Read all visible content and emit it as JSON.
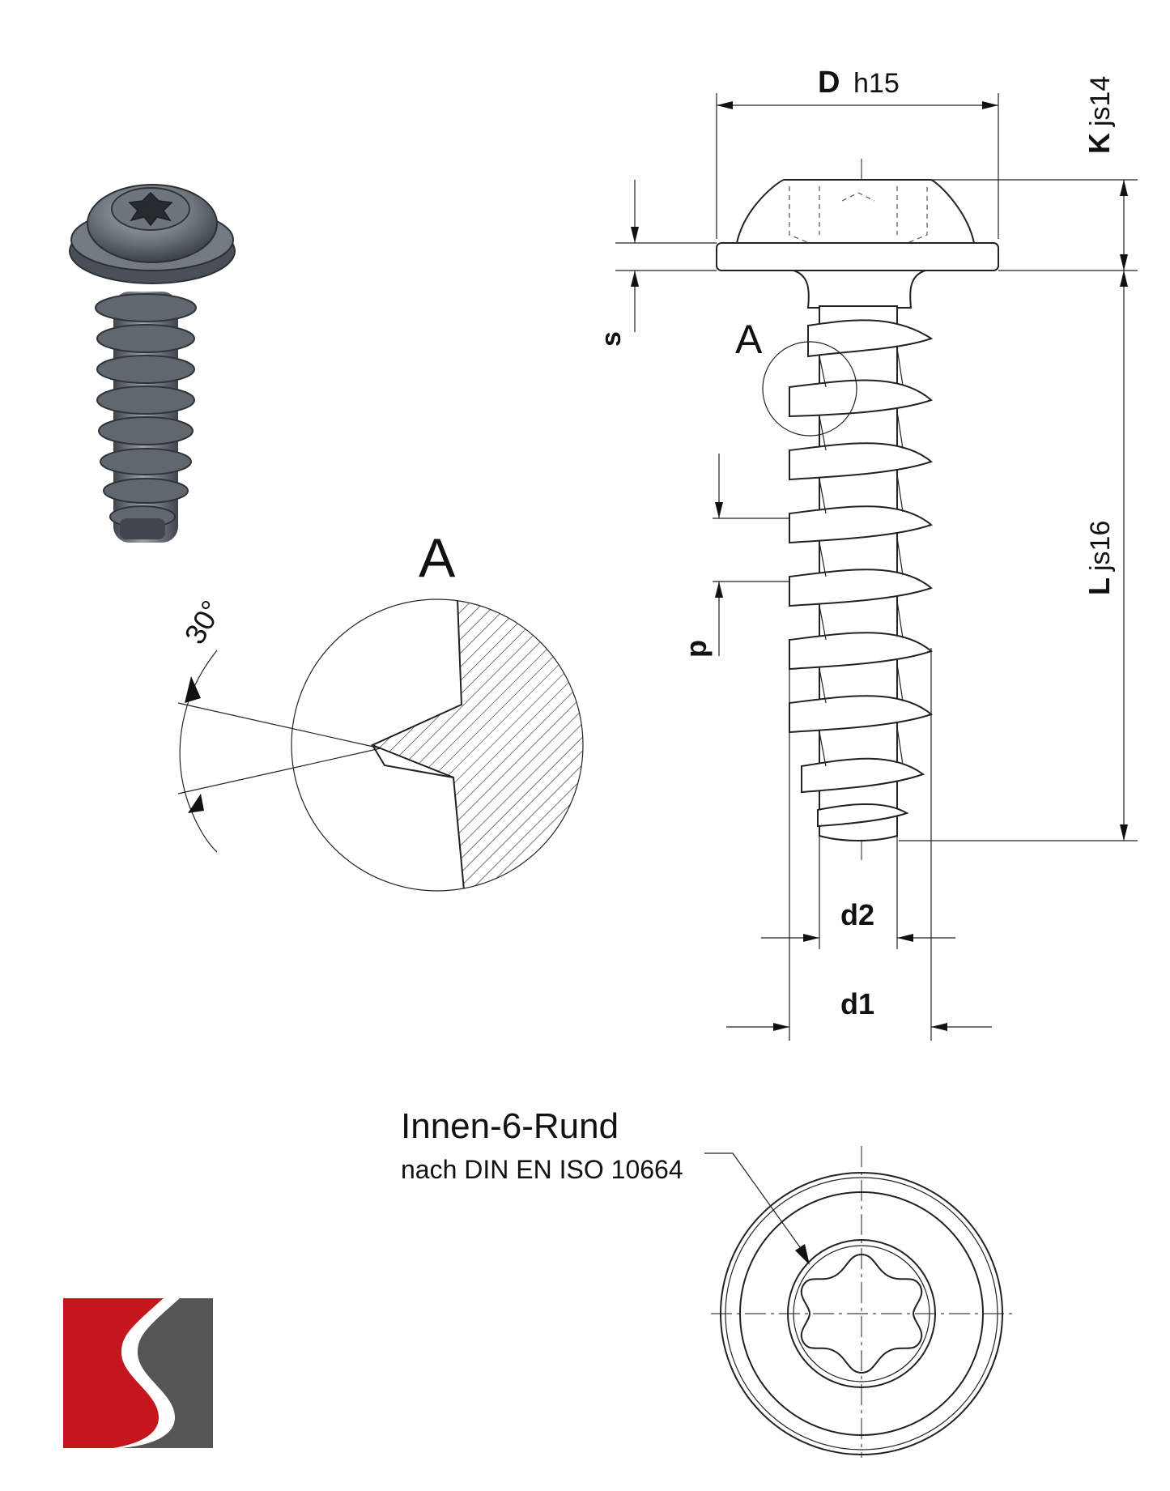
{
  "labels": {
    "D": "D",
    "D_tol": "h15",
    "K": "K",
    "K_tol": "js14",
    "L": "L",
    "L_tol": "js16",
    "s": "s",
    "p": "p",
    "d1": "d1",
    "d2": "d2",
    "detail_A_marker": "A",
    "detail_A_title": "A",
    "angle": "30°"
  },
  "drive_note": {
    "title": "Innen-6-Rund",
    "subtitle": "nach DIN EN ISO 10664"
  },
  "logo": {
    "icon": "s-brand-logo-icon",
    "red": "#c4161c",
    "gray": "#555555"
  },
  "icons": {
    "product_render": "screw-3d-render-icon"
  }
}
